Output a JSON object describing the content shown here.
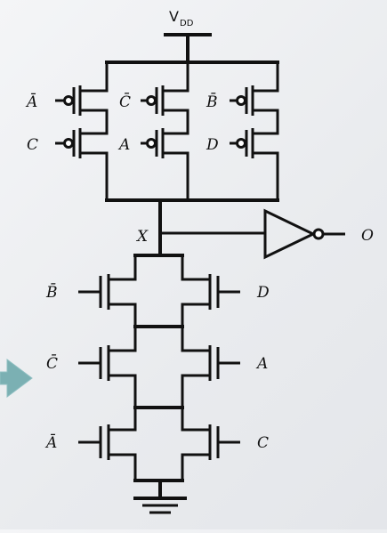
{
  "supply_label": "V",
  "supply_subscript": "DD",
  "node_label": "X",
  "output_label": "O",
  "pmos_inputs": {
    "r1": [
      "Ā",
      "C̄",
      "B̄"
    ],
    "r2": [
      "C",
      "A",
      "D"
    ]
  },
  "nmos_inputs": {
    "left": [
      "B̄",
      "C̄",
      "Ā"
    ],
    "right": [
      "D",
      "A",
      "C"
    ]
  },
  "colors": {
    "wire": "#111111",
    "arrow": "#7bb0b3",
    "background": "#eef0f2"
  },
  "icons": {
    "arrow": "right-arrow-icon",
    "ground": "ground-icon",
    "inverter": "inverter-icon"
  }
}
